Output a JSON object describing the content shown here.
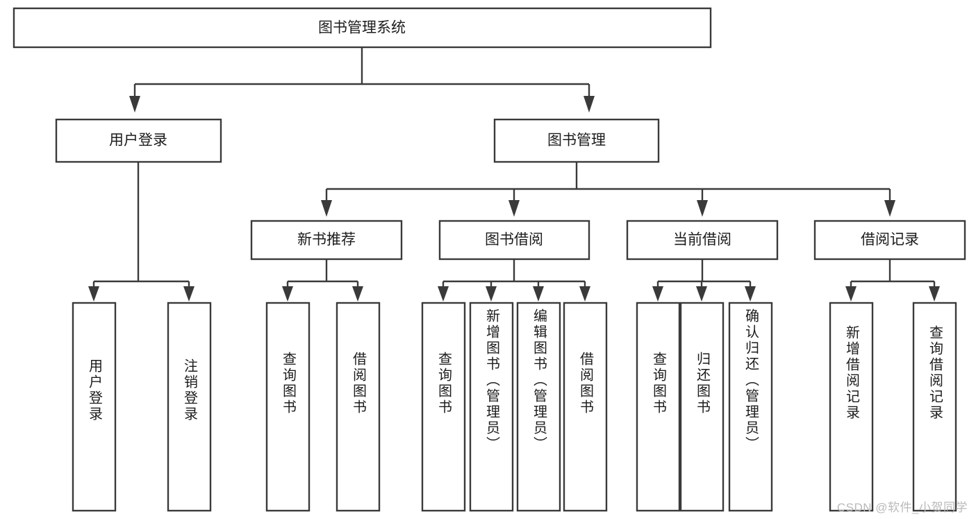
{
  "diagram": {
    "type": "hierarchy-tree",
    "title": "图书管理系统",
    "watermark": "CSDN @软件_小贺同学",
    "colors": {
      "stroke": "#3a3a3a",
      "fill": "#ffffff",
      "text": "#1c1c1c",
      "watermark": "#b9b9b9"
    },
    "root": {
      "label": "图书管理系统"
    },
    "level2": [
      {
        "label": "用户登录"
      },
      {
        "label": "图书管理"
      }
    ],
    "level3": [
      {
        "label": "新书推荐"
      },
      {
        "label": "图书借阅"
      },
      {
        "label": "当前借阅"
      },
      {
        "label": "借阅记录"
      }
    ],
    "leaves": {
      "user_login": [
        {
          "label": "用户登录"
        },
        {
          "label": "注销登录"
        }
      ],
      "new_book": [
        {
          "label": "查询图书"
        },
        {
          "label": "借阅图书"
        }
      ],
      "book_borrow": [
        {
          "label": "查询图书"
        },
        {
          "label": "新增图书（管理员）"
        },
        {
          "label": "编辑图书（管理员）"
        },
        {
          "label": "借阅图书"
        }
      ],
      "current_borrow": [
        {
          "label": "查询图书"
        },
        {
          "label": "归还图书"
        },
        {
          "label": "确认归还（管理员）"
        }
      ],
      "borrow_record": [
        {
          "label": "新增借阅记录"
        },
        {
          "label": "查询借阅记录"
        }
      ]
    }
  }
}
